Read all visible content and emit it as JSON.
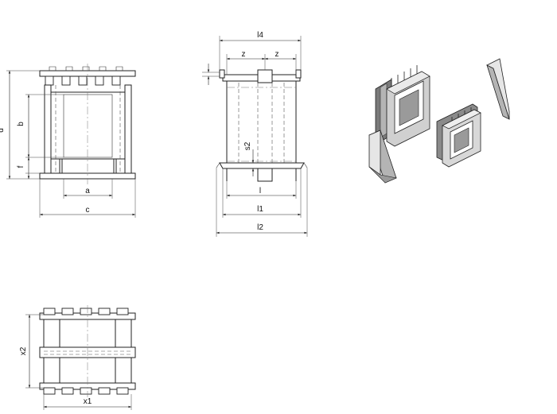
{
  "dimensions": {
    "front": {
      "d": "d",
      "b": "b",
      "f": "f",
      "a": "a",
      "c": "c"
    },
    "side": {
      "l4": "l4",
      "z_left": "z",
      "z_right": "z",
      "s2": "s2",
      "l": "l",
      "l1": "l1",
      "l2": "l2"
    },
    "top": {
      "x1": "x1",
      "x2": "x2"
    }
  },
  "colors": {
    "line": "#222222",
    "panel_light": "#e6e6e6",
    "panel_mid": "#b4b4b4",
    "panel_dark": "#7a7a7a"
  }
}
